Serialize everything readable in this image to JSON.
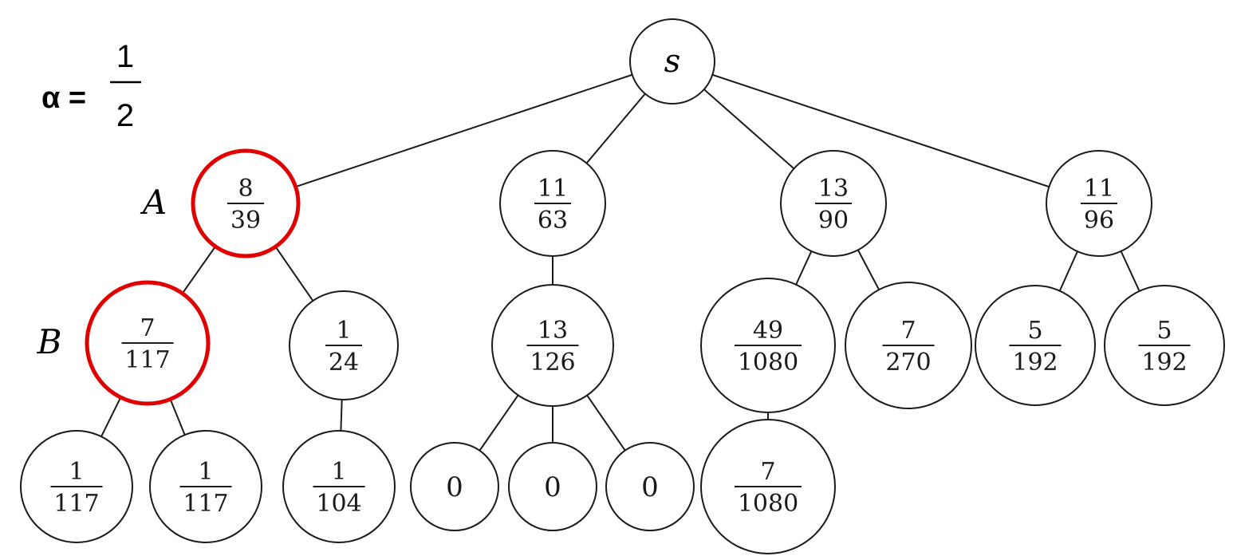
{
  "alpha": {
    "label": "α =",
    "numerator": "1",
    "denominator": "2"
  },
  "labels": {
    "a": "A",
    "b": "B"
  },
  "tree": {
    "root": {
      "label": "s"
    },
    "level1": [
      {
        "id": "n1",
        "num": "8",
        "den": "39",
        "highlight": true
      },
      {
        "id": "n2",
        "num": "11",
        "den": "63",
        "highlight": false
      },
      {
        "id": "n3",
        "num": "13",
        "den": "90",
        "highlight": false
      },
      {
        "id": "n4",
        "num": "11",
        "den": "96",
        "highlight": false
      }
    ],
    "level2": [
      {
        "id": "n1a",
        "parent": "n1",
        "num": "7",
        "den": "117",
        "highlight": true
      },
      {
        "id": "n1b",
        "parent": "n1",
        "num": "1",
        "den": "24",
        "highlight": false
      },
      {
        "id": "n2a",
        "parent": "n2",
        "num": "13",
        "den": "126",
        "highlight": false
      },
      {
        "id": "n3a",
        "parent": "n3",
        "num": "49",
        "den": "1080",
        "highlight": false
      },
      {
        "id": "n3b",
        "parent": "n3",
        "num": "7",
        "den": "270",
        "highlight": false
      },
      {
        "id": "n4a",
        "parent": "n4",
        "num": "5",
        "den": "192",
        "highlight": false
      },
      {
        "id": "n4b",
        "parent": "n4",
        "num": "5",
        "den": "192",
        "highlight": false
      }
    ],
    "level3": [
      {
        "id": "n1a1",
        "parent": "n1a",
        "num": "1",
        "den": "117"
      },
      {
        "id": "n1a2",
        "parent": "n1a",
        "num": "1",
        "den": "117"
      },
      {
        "id": "n1b1",
        "parent": "n1b",
        "num": "1",
        "den": "104"
      },
      {
        "id": "n2a1",
        "parent": "n2a",
        "value": "0"
      },
      {
        "id": "n2a2",
        "parent": "n2a",
        "value": "0"
      },
      {
        "id": "n2a3",
        "parent": "n2a",
        "value": "0"
      },
      {
        "id": "n3a1",
        "parent": "n3a",
        "num": "7",
        "den": "1080"
      }
    ]
  }
}
